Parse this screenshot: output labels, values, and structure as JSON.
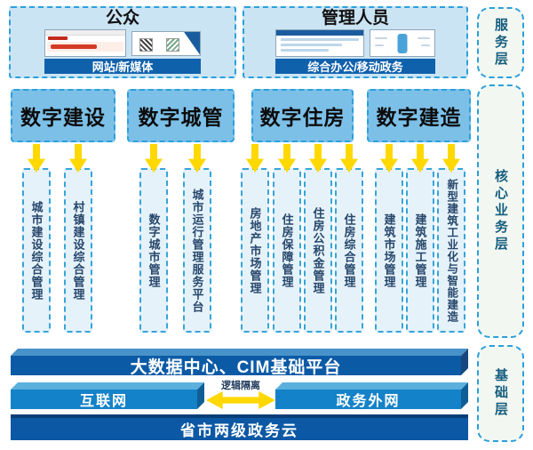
{
  "layers": {
    "service": "服务层",
    "core": "核心业务层",
    "base": "基础层"
  },
  "service": {
    "public": {
      "title": "公众",
      "bar": "网站/新媒体"
    },
    "admin": {
      "title": "管理人员",
      "bar": "综合办公/移动政务"
    }
  },
  "core": {
    "headers": [
      {
        "label": "数字建设"
      },
      {
        "label": "数字城管"
      },
      {
        "label": "数字住房"
      },
      {
        "label": "数字建造"
      }
    ],
    "columns": [
      {
        "label": "城市建设综合管理"
      },
      {
        "label": "村镇建设综合管理"
      },
      {
        "label": "数字城市管理"
      },
      {
        "label": "城市运行管理服务平台"
      },
      {
        "label": "房地产市场管理"
      },
      {
        "label": "住房保障管理"
      },
      {
        "label": "住房公积金管理"
      },
      {
        "label": "住房综合管理"
      },
      {
        "label": "建筑市场管理"
      },
      {
        "label": "建筑施工管理"
      },
      {
        "label": "新型建筑工业化与智能建造"
      }
    ]
  },
  "base": {
    "platform": "大数据中心、CIM基础平台",
    "internet": "互联网",
    "gov_network": "政务外网",
    "isolation": "逻辑隔离",
    "cloud": "省市两级政务云"
  },
  "colors": {
    "dashed_border": "#2aa0dc",
    "panel_fill": "#cbe4f4",
    "header_fill": "#7cc0e8",
    "column_fill": "#e5f2fa",
    "dark_bar": "#1061ac",
    "bar_face_dark": "#0b5aa6",
    "bar_face_mid": "#1482c8",
    "cloud_bar": "#0c58a4",
    "arrow_yellow": "#ffd800"
  }
}
